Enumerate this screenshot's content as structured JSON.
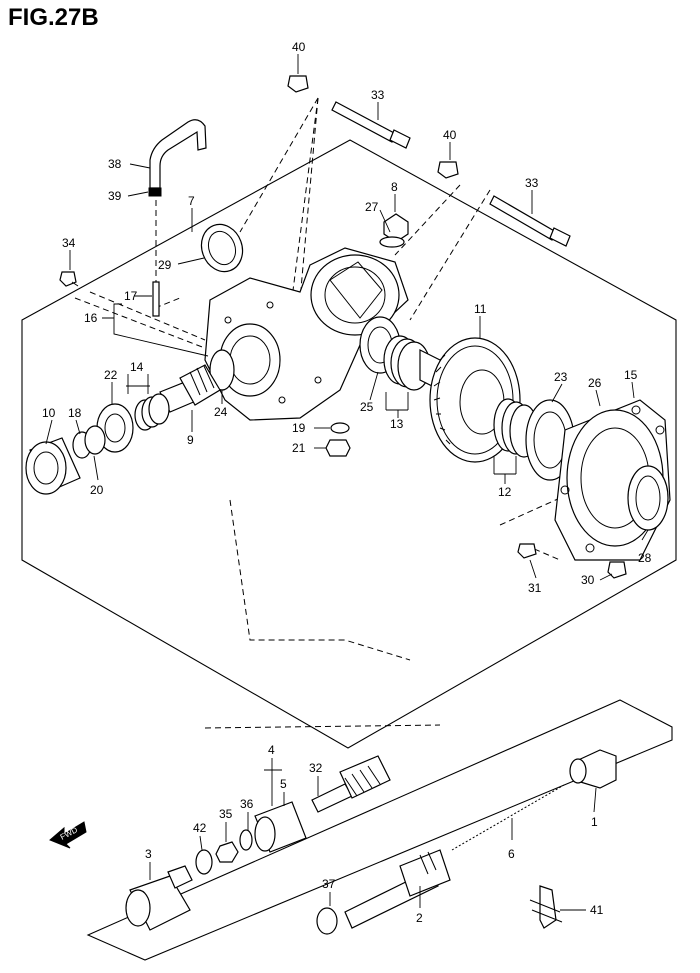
{
  "figure": {
    "title": "FIG.27B"
  },
  "direction_indicator": {
    "label": "FWD"
  },
  "callouts": [
    {
      "id": "40a",
      "label": "40"
    },
    {
      "id": "33a",
      "label": "33"
    },
    {
      "id": "40b",
      "label": "40"
    },
    {
      "id": "33b",
      "label": "33"
    },
    {
      "id": "38",
      "label": "38"
    },
    {
      "id": "39",
      "label": "39"
    },
    {
      "id": "7",
      "label": "7"
    },
    {
      "id": "8",
      "label": "8"
    },
    {
      "id": "27",
      "label": "27"
    },
    {
      "id": "34",
      "label": "34"
    },
    {
      "id": "29",
      "label": "29"
    },
    {
      "id": "17",
      "label": "17"
    },
    {
      "id": "16",
      "label": "16"
    },
    {
      "id": "11",
      "label": "11"
    },
    {
      "id": "14",
      "label": "14"
    },
    {
      "id": "22",
      "label": "22"
    },
    {
      "id": "23",
      "label": "23"
    },
    {
      "id": "26",
      "label": "26"
    },
    {
      "id": "15",
      "label": "15"
    },
    {
      "id": "10",
      "label": "10"
    },
    {
      "id": "18",
      "label": "18"
    },
    {
      "id": "9",
      "label": "9"
    },
    {
      "id": "24",
      "label": "24"
    },
    {
      "id": "25",
      "label": "25"
    },
    {
      "id": "13",
      "label": "13"
    },
    {
      "id": "19",
      "label": "19"
    },
    {
      "id": "21",
      "label": "21"
    },
    {
      "id": "12",
      "label": "12"
    },
    {
      "id": "20",
      "label": "20"
    },
    {
      "id": "28",
      "label": "28"
    },
    {
      "id": "31",
      "label": "31"
    },
    {
      "id": "30",
      "label": "30"
    },
    {
      "id": "4",
      "label": "4"
    },
    {
      "id": "32",
      "label": "32"
    },
    {
      "id": "5",
      "label": "5"
    },
    {
      "id": "42",
      "label": "42"
    },
    {
      "id": "35",
      "label": "35"
    },
    {
      "id": "36",
      "label": "36"
    },
    {
      "id": "1",
      "label": "1"
    },
    {
      "id": "6",
      "label": "6"
    },
    {
      "id": "3",
      "label": "3"
    },
    {
      "id": "37",
      "label": "37"
    },
    {
      "id": "2",
      "label": "2"
    },
    {
      "id": "41",
      "label": "41"
    }
  ]
}
